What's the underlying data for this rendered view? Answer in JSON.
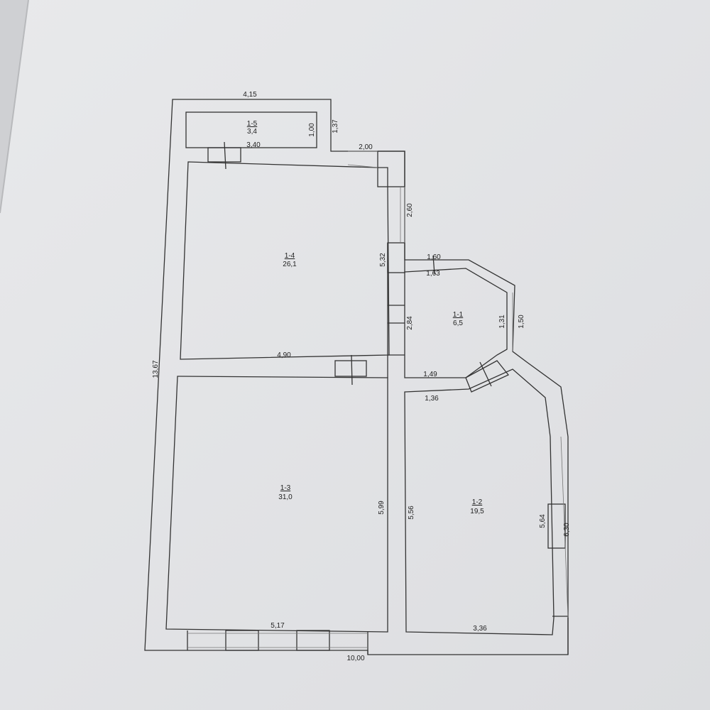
{
  "plan": {
    "rooms": [
      {
        "code": "1-5",
        "area": "3,4"
      },
      {
        "code": "1-4",
        "area": "26,1"
      },
      {
        "code": "1-3",
        "area": "31,0"
      },
      {
        "code": "1-1",
        "area": "6,5"
      },
      {
        "code": "1-2",
        "area": "19,5"
      }
    ],
    "dimensions": {
      "top_width": "4,15",
      "room15_width": "3,40",
      "room15_depth": "1,00",
      "room15_outer": "1,37",
      "corridor_top": "2,00",
      "corridor_side": "2,60",
      "room14_height": "5,32",
      "room14_width": "4,90",
      "room11_top_outer": "1,60",
      "room11_top_inner": "1,63",
      "room11_side_inner": "1,31",
      "room11_side_outer": "1,50",
      "room11_height": "2,84",
      "room11_bottom": "1,49",
      "room12_top": "1,36",
      "left_height": "13,67",
      "room13_height": "5,99",
      "room12_left": "5,56",
      "room12_right_inner": "5,64",
      "room12_right_outer": "6,30",
      "room13_width": "5,17",
      "room12_width": "3,36",
      "total_width": "10,00"
    }
  }
}
